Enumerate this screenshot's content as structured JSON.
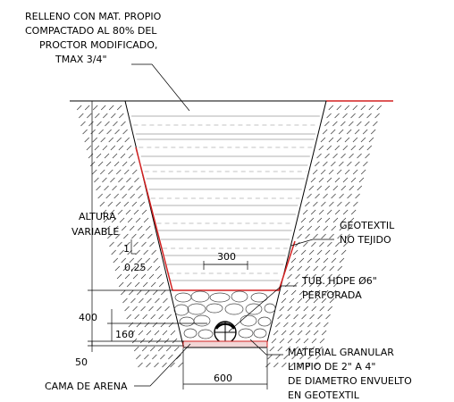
{
  "labels": {
    "fill_note": [
      "RELLENO CON MAT. PROPIO",
      "COMPACTADO AL 80% DEL",
      "PROCTOR MODIFICADO,",
      "TMAX 3/4\""
    ],
    "height": [
      "ALTURA",
      "VARIABLE"
    ],
    "geotextile": [
      "GEOTEXTIL",
      "NO TEJIDO"
    ],
    "pipe": [
      "TUB. HDPE ø6\"",
      "PERFORADA"
    ],
    "granular": [
      "MATERIAL GRANULAR",
      "LIMPIO DE 2\" A 4\"",
      "DE DIAMETRO ENVUELTO",
      "EN GEOTEXTIL"
    ],
    "sand_bed": "CAMA DE ARENA",
    "slope_v": "1",
    "slope_h": "0,25"
  },
  "dimensions": {
    "dim_300": "300",
    "dim_400": "400",
    "dim_160": "160",
    "dim_50": "50",
    "dim_600": "600"
  },
  "colors": {
    "geotextile": "#d32020",
    "sand": "#f2d6d6",
    "lines": "#000000"
  }
}
